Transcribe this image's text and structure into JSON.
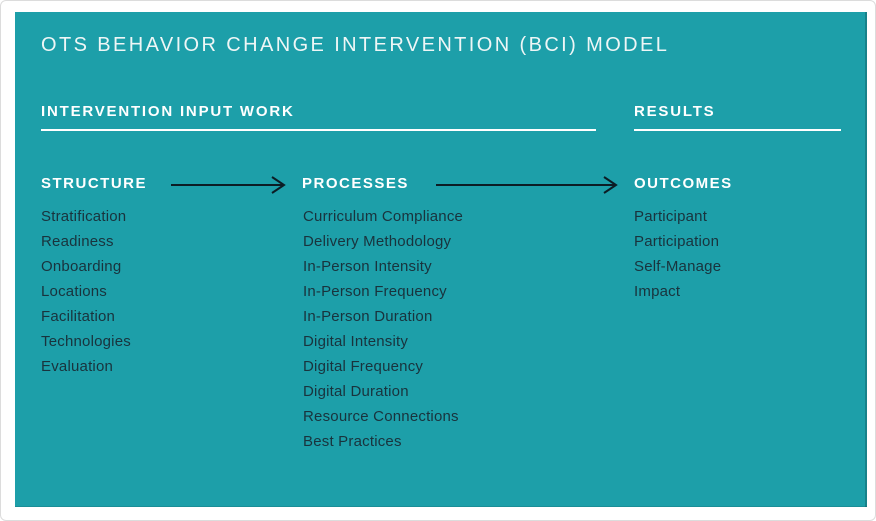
{
  "title": "OTS BEHAVIOR CHANGE INTERVENTION (BCI) MODEL",
  "groups": {
    "input_work": {
      "label": "INTERVENTION INPUT WORK"
    },
    "results": {
      "label": "RESULTS"
    }
  },
  "columns": [
    {
      "header": "STRUCTURE",
      "items": [
        "Stratification",
        "Readiness",
        "Onboarding",
        "Locations",
        "Facilitation",
        "Technologies",
        "Evaluation"
      ]
    },
    {
      "header": "PROCESSES",
      "items": [
        "Curriculum Compliance",
        "Delivery Methodology",
        "In-Person Intensity",
        "In-Person Frequency",
        "In-Person Duration",
        "Digital Intensity",
        "Digital Frequency",
        "Digital Duration",
        "Resource Connections",
        "Best Practices"
      ]
    },
    {
      "header": "OUTCOMES",
      "items": [
        "Participant",
        "Participation",
        "Self-Manage",
        "Impact"
      ]
    }
  ],
  "icons": {
    "flow_arrow": "arrow-right"
  },
  "colors": {
    "page_background": "#ffffff",
    "background": "#1d9fa9",
    "title_text": "#eef6f6",
    "heading_text": "#ffffff",
    "body_text": "#19333d",
    "arrow": "#0c1d25"
  }
}
